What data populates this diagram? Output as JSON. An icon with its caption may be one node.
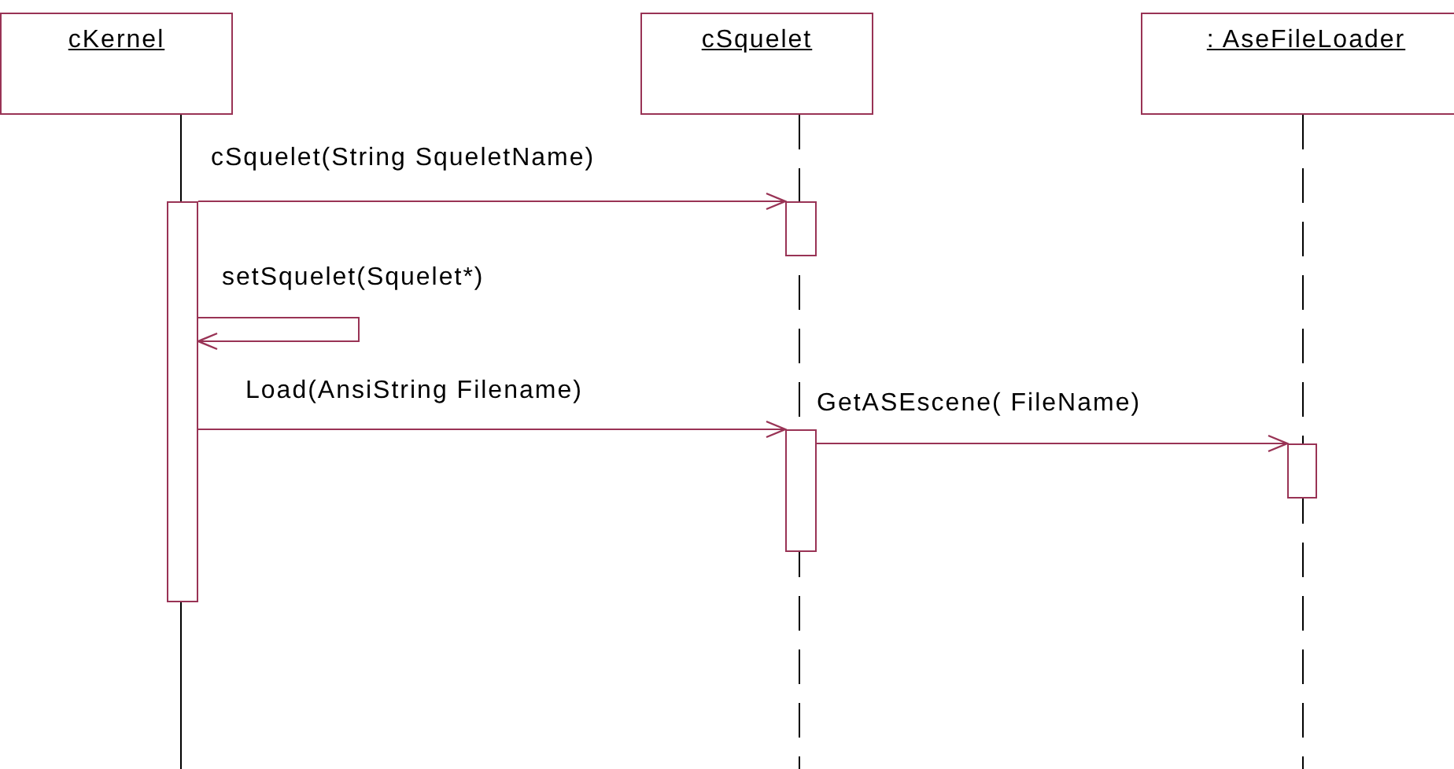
{
  "diagram": {
    "nodes": [
      {
        "text": [
          "cKernel"
        ]
      },
      {
        "text": [
          "cSquelet"
        ]
      },
      {
        "text": [
          ": AseFileLoader"
        ]
      },
      {
        "text": [],
        "shape": "bar"
      },
      {
        "text": [],
        "shape": "bar"
      },
      {
        "text": [],
        "shape": "bar"
      },
      {
        "text": [],
        "shape": "bar"
      }
    ],
    "edges": [
      {
        "from": 3,
        "to": 4,
        "arrow": "to",
        "label": "cSquelet(String SqueletName)"
      },
      {
        "from": 3,
        "to": 3,
        "arrow": "to",
        "label": "setSquelet(Squelet*)"
      },
      {
        "from": 3,
        "to": 5,
        "arrow": "to",
        "label": "Load(AnsiString Filename)"
      },
      {
        "from": 5,
        "to": 6,
        "arrow": "to",
        "label": "GetASEscene( FileName)"
      }
    ]
  }
}
